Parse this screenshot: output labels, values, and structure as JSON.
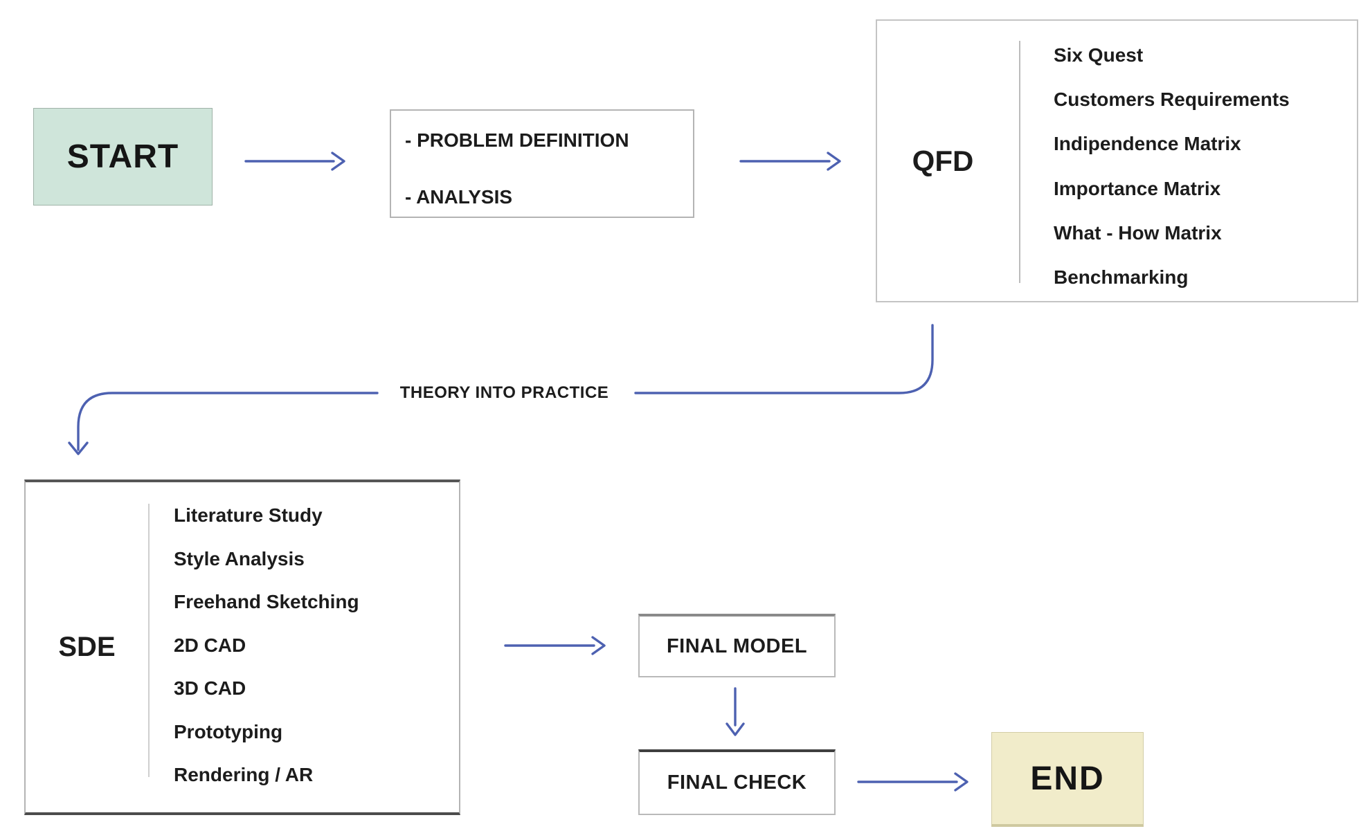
{
  "diagram": {
    "start": {
      "label": "START"
    },
    "problem": {
      "items": [
        "- PROBLEM DEFINITION",
        "- ANALYSIS"
      ]
    },
    "qfd": {
      "label": "QFD",
      "items": [
        "Six Quest",
        "Customers Requirements",
        "Indipendence Matrix",
        "Importance Matrix",
        "What - How Matrix",
        "Benchmarking"
      ]
    },
    "theory_label": "THEORY INTO PRACTICE",
    "sde": {
      "label": "SDE",
      "items": [
        "Literature Study",
        "Style Analysis",
        "Freehand Sketching",
        "2D CAD",
        "3D CAD",
        "Prototyping",
        "Rendering / AR"
      ]
    },
    "final_model": {
      "label": "FINAL MODEL"
    },
    "final_check": {
      "label": "FINAL CHECK"
    },
    "end": {
      "label": "END"
    },
    "colors": {
      "arrow": "#4d61b1",
      "start_bg": "#cfe5da",
      "end_bg": "#f1ecca"
    }
  }
}
